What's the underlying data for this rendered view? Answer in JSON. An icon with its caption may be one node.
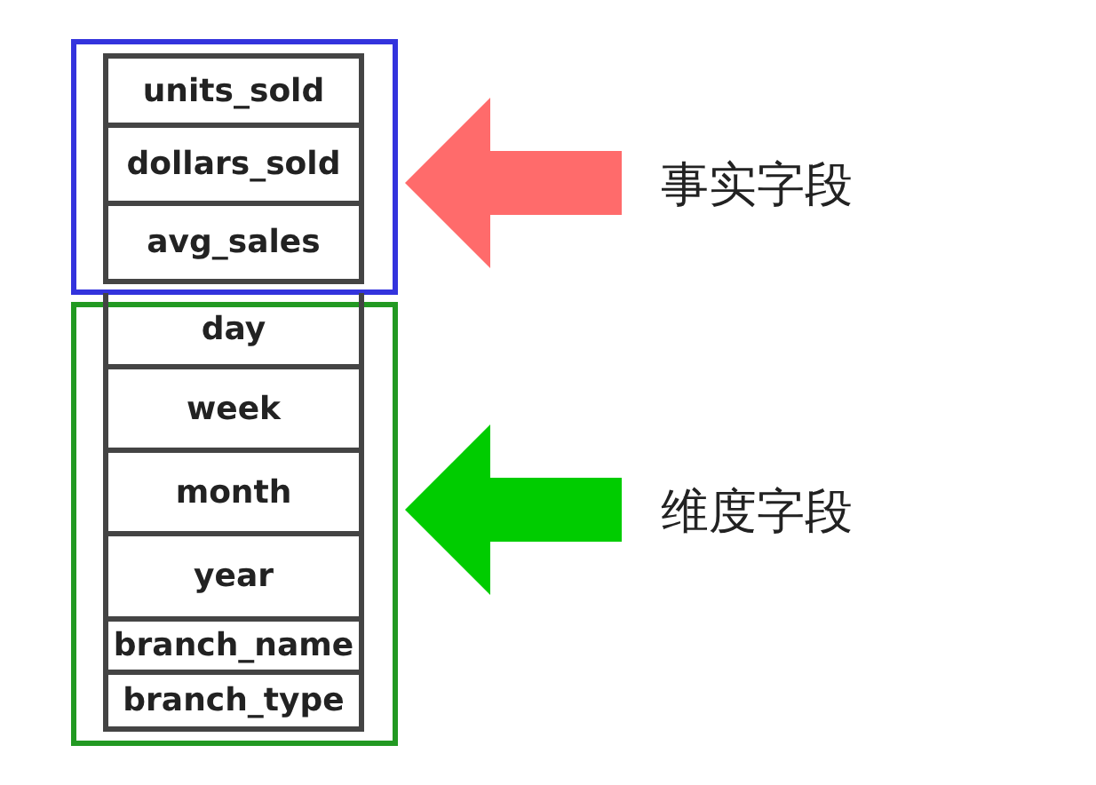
{
  "diagram": {
    "nodes": [
      {
        "text": [],
        "shape": "box"
      },
      {
        "text": [
          "units_sold"
        ],
        "in": 0
      },
      {
        "text": [
          "dollars_sold"
        ],
        "in": 0
      },
      {
        "text": [
          "avg_sales"
        ],
        "in": 0
      },
      {
        "text": [
          "事实字段"
        ]
      },
      {
        "text": [],
        "shape": "box"
      },
      {
        "text": [
          "day"
        ],
        "in": 5
      },
      {
        "text": [
          "week"
        ],
        "in": 5
      },
      {
        "text": [
          "month"
        ],
        "in": 5
      },
      {
        "text": [
          "year"
        ],
        "in": 5
      },
      {
        "text": [
          "branch_name"
        ],
        "in": 5
      },
      {
        "text": [
          "branch_type"
        ],
        "in": 5
      },
      {
        "text": [
          "维度字段"
        ]
      }
    ],
    "edges": [
      {
        "from": 4,
        "to": 0,
        "arrow": "to",
        "color": "#ff6b6b"
      },
      {
        "from": 12,
        "to": 5,
        "arrow": "to",
        "color": "#00cc00"
      }
    ]
  }
}
